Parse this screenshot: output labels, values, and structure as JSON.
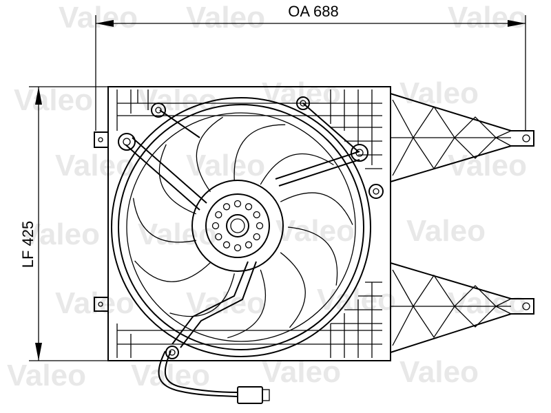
{
  "dimensions": {
    "width_label": "OA 688",
    "height_label": "LF 425"
  },
  "watermark": {
    "text": "Valeo",
    "color": "#e6e6e6"
  },
  "colors": {
    "line": "#000000",
    "background": "#ffffff"
  },
  "fan": {
    "blade_count": 11,
    "hub_bolt_count": 12
  }
}
